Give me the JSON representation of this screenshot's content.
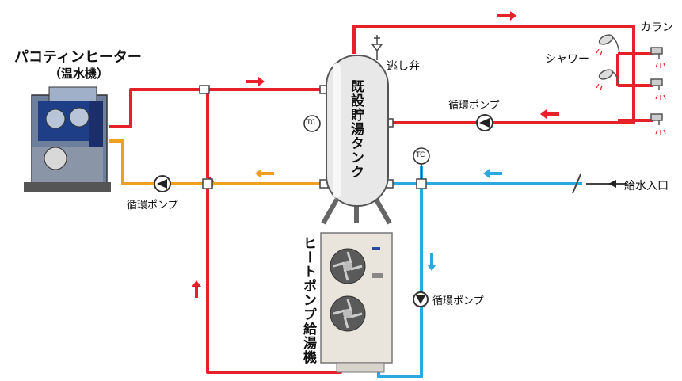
{
  "labels": {
    "boiler_title": "パコティンヒーター",
    "boiler_sub": "（温水機）",
    "tank": "既設貯湯タンク",
    "relief_valve": "逃し弁",
    "faucet": "カラン",
    "shower": "シャワー",
    "pump_top": "循環ポンプ",
    "pump_left": "循環ポンプ",
    "pump_bottom": "循環ポンプ",
    "water_inlet": "給水入口",
    "heat_pump": "ヒートポンプ給湯機",
    "tc": "TC"
  },
  "colors": {
    "hot": "#e8202a",
    "return": "#f0a020",
    "cold": "#2aa8e0",
    "outline": "#444444"
  }
}
